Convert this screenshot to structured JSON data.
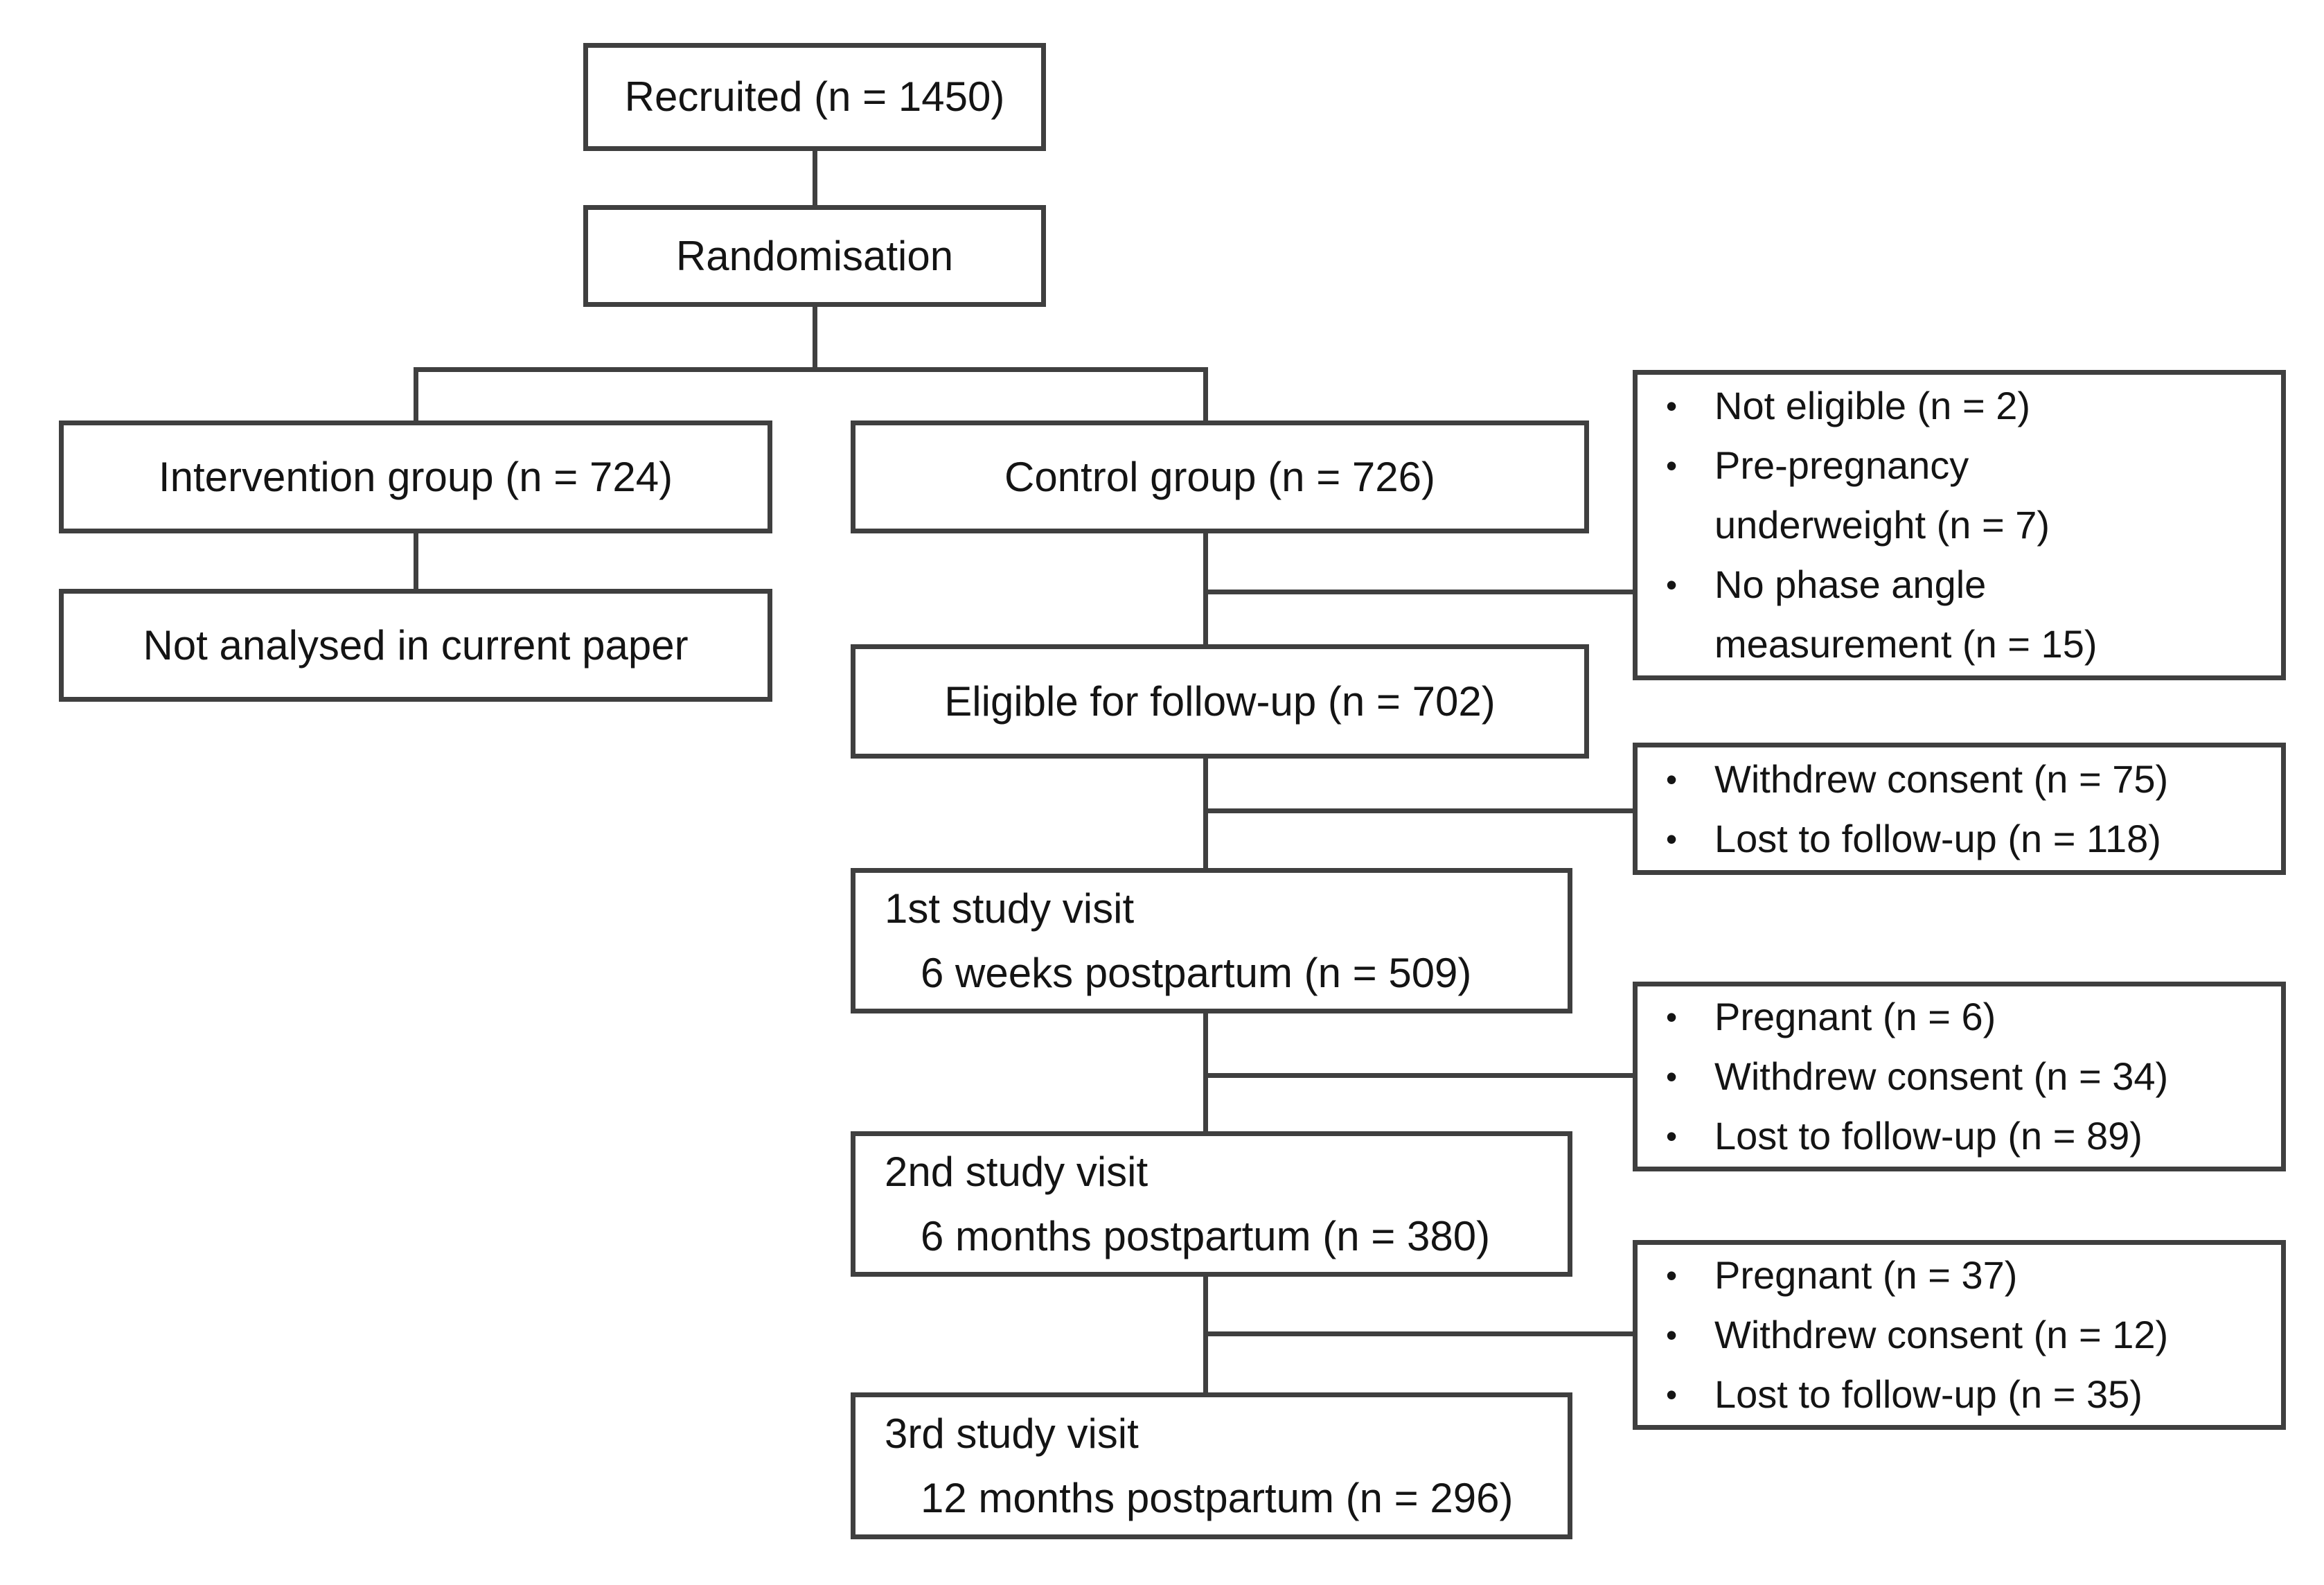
{
  "flowchart": {
    "bullet_glyph": "•",
    "recruited_label": "Recruited (n = 1450)",
    "randomisation_label": "Randomisation",
    "intervention_label": "Intervention group (n = 724)",
    "not_analysed_label": "Not analysed in current paper",
    "control_label": "Control group (n = 726)",
    "eligible_label": "Eligible for follow-up (n = 702)",
    "visit1": {
      "line1": "1st study visit",
      "line2": "6 weeks postpartum (n = 509)"
    },
    "visit2": {
      "line1": "2nd study visit",
      "line2": "6 months postpartum (n = 380)"
    },
    "visit3": {
      "line1": "3rd study visit",
      "line2": "12 months postpartum (n = 296)"
    },
    "exclusions_after_randomisation": {
      "items": [
        {
          "l1": "Not eligible (n = 2)",
          "l2": ""
        },
        {
          "l1": "Pre-pregnancy",
          "l2": "underweight (n = 7)"
        },
        {
          "l1": "No phase angle",
          "l2": "measurement (n = 15)"
        }
      ]
    },
    "exclusions_before_visit1": {
      "items": [
        {
          "l1": "Withdrew consent (n = 75)",
          "l2": ""
        },
        {
          "l1": "Lost to follow-up (n = 118)",
          "l2": ""
        }
      ]
    },
    "exclusions_before_visit2": {
      "items": [
        {
          "l1": "Pregnant (n = 6)",
          "l2": ""
        },
        {
          "l1": "Withdrew consent (n = 34)",
          "l2": ""
        },
        {
          "l1": "Lost to follow-up (n = 89)",
          "l2": ""
        }
      ]
    },
    "exclusions_before_visit3": {
      "items": [
        {
          "l1": "Pregnant (n = 37)",
          "l2": ""
        },
        {
          "l1": "Withdrew consent (n = 12)",
          "l2": ""
        },
        {
          "l1": "Lost to follow-up (n = 35)",
          "l2": ""
        }
      ]
    },
    "colors": {
      "line": "#3f3f3f",
      "text": "#141414",
      "background": "#ffffff"
    }
  }
}
